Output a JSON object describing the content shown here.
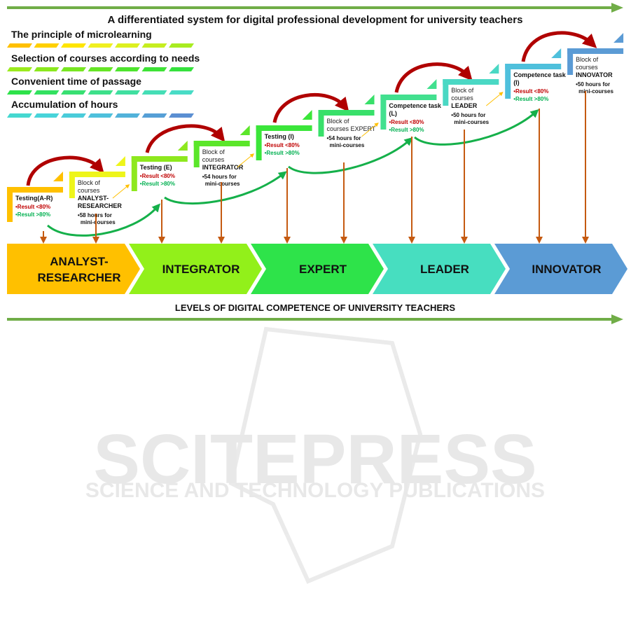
{
  "title": "A differentiated system for digital professional development for university teachers",
  "footer": "LEVELS OF DIGITAL COMPETENCE OF UNIVERSITY TEACHERS",
  "principles": [
    "The principle of microlearning",
    "Selection of courses according to needs",
    "Convenient time of passage",
    "Accumulation of hours"
  ],
  "steps": [
    {
      "l1": "Testing(A-R)",
      "r1": "•Result <80%",
      "r2": "•Result >80%"
    },
    {
      "l1": "Block of",
      "l2": "courses",
      "l3": "ANALYST-",
      "l4": "RESEARCHER",
      "h1": "•58 hours for",
      "h2": "mini-courses"
    },
    {
      "l1": "Testing (E)",
      "r1": "•Result <80%",
      "r2": "•Result >80%"
    },
    {
      "l1": "Block of",
      "l2": "courses",
      "l3": "INTEGRATOR",
      "h1": "•54 hours for",
      "h2": "mini-courses"
    },
    {
      "l1": "Testing (I)",
      "r1": "•Result <80%",
      "r2": "•Result >80%"
    },
    {
      "l1": "Block of",
      "l2": "courses EXPERT",
      "h1": "•54 hours for",
      "h2": "mini-courses"
    },
    {
      "l1": "Competence task",
      "l2": "(L)",
      "r1": "•Result <80%",
      "r2": "•Result >80%"
    },
    {
      "l1": "Block of",
      "l2": "courses",
      "l3": "LEADER",
      "h1": "•50 hours for",
      "h2": "mini-courses"
    },
    {
      "l1": "Competence task",
      "l2": "(I)",
      "r1": "•Result <80%",
      "r2": "•Result >80%"
    },
    {
      "l1": "Block of",
      "l2": "courses",
      "l3": "INNOVATOR",
      "h1": "•50 hours for",
      "h2": "mini-courses"
    }
  ],
  "levels": [
    {
      "l1": "ANALYST-",
      "l2": "RESEARCHER",
      "color": "#FFC000"
    },
    {
      "l1": "INTEGRATOR",
      "color": "#92F01A"
    },
    {
      "l1": "EXPERT",
      "color": "#2EE34A"
    },
    {
      "l1": "LEADER",
      "color": "#47DEC0"
    },
    {
      "l1": "INNOVATOR",
      "color": "#5B9BD5"
    }
  ],
  "watermark": {
    "l1": "SCITEPRESS",
    "l2": "SCIENCE AND TECHNOLOGY PUBLICATIONS"
  }
}
